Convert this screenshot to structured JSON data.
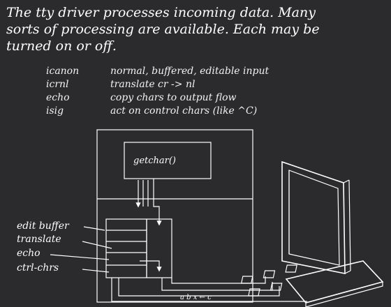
{
  "heading": {
    "line1": "The tty driver processes incoming data.  Many",
    "line2": "sorts of processing are available.  Each may be",
    "line3": "turned on or off."
  },
  "options": [
    {
      "name": "icanon",
      "desc": "normal, buffered, editable input"
    },
    {
      "name": "icrnl",
      "desc": "translate cr -> nl"
    },
    {
      "name": "echo",
      "desc": "copy chars to output flow"
    },
    {
      "name": "isig",
      "desc": "act on control chars (like ^C)"
    }
  ],
  "diagram": {
    "process_label": "getchar()",
    "stage_labels": [
      "edit buffer",
      "translate",
      "echo",
      "ctrl-chrs"
    ],
    "input_chars": "a b x ← c"
  }
}
